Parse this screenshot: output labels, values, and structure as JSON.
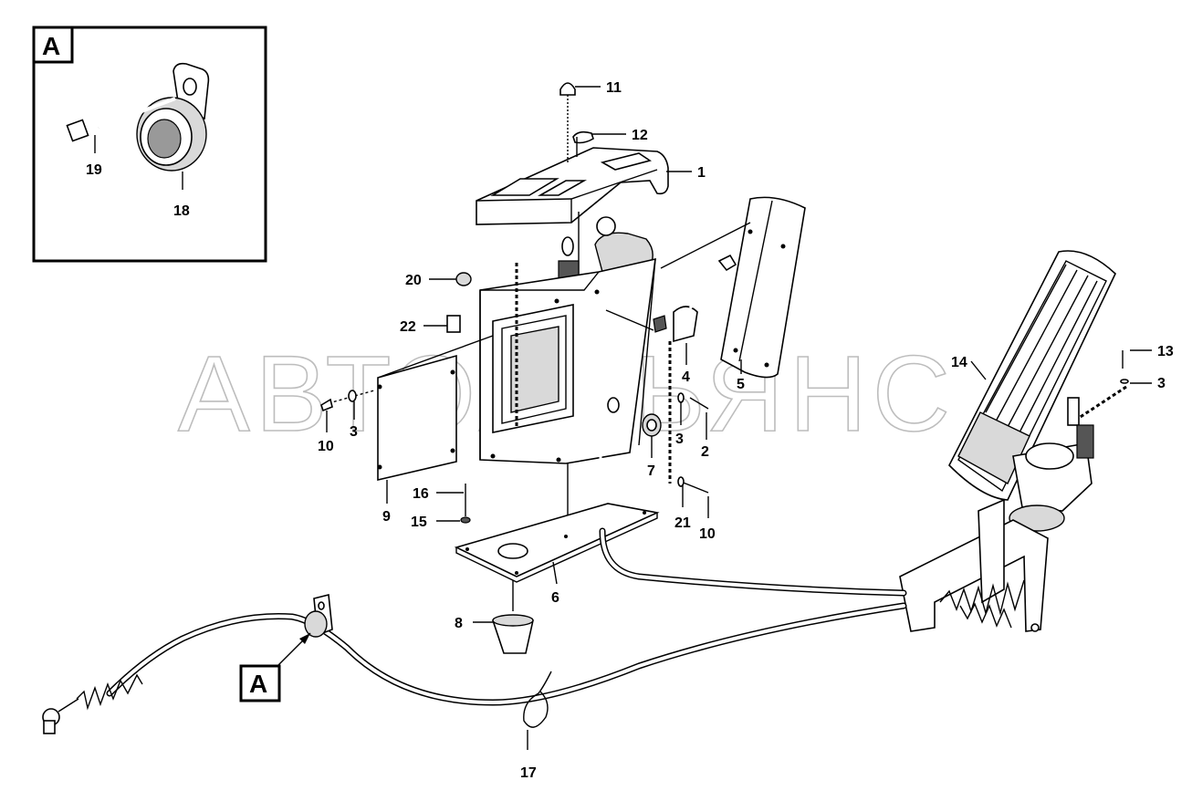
{
  "watermark": "АВТОАЛЬЯНС",
  "inset": {
    "letter": "A"
  },
  "callout": {
    "letter": "A"
  },
  "parts": [
    {
      "id": "p1",
      "label": "1"
    },
    {
      "id": "p2",
      "label": "2"
    },
    {
      "id": "p3a",
      "label": "3"
    },
    {
      "id": "p3b",
      "label": "3"
    },
    {
      "id": "p3c",
      "label": "3"
    },
    {
      "id": "p4",
      "label": "4"
    },
    {
      "id": "p5",
      "label": "5"
    },
    {
      "id": "p6",
      "label": "6"
    },
    {
      "id": "p7",
      "label": "7"
    },
    {
      "id": "p8",
      "label": "8"
    },
    {
      "id": "p9",
      "label": "9"
    },
    {
      "id": "p10a",
      "label": "10"
    },
    {
      "id": "p10b",
      "label": "10"
    },
    {
      "id": "p11",
      "label": "11"
    },
    {
      "id": "p12",
      "label": "12"
    },
    {
      "id": "p13",
      "label": "13"
    },
    {
      "id": "p14",
      "label": "14"
    },
    {
      "id": "p15",
      "label": "15"
    },
    {
      "id": "p16",
      "label": "16"
    },
    {
      "id": "p17",
      "label": "17"
    },
    {
      "id": "p18",
      "label": "18"
    },
    {
      "id": "p19",
      "label": "19"
    },
    {
      "id": "p20",
      "label": "20"
    },
    {
      "id": "p21",
      "label": "21"
    },
    {
      "id": "p22",
      "label": "22"
    }
  ]
}
